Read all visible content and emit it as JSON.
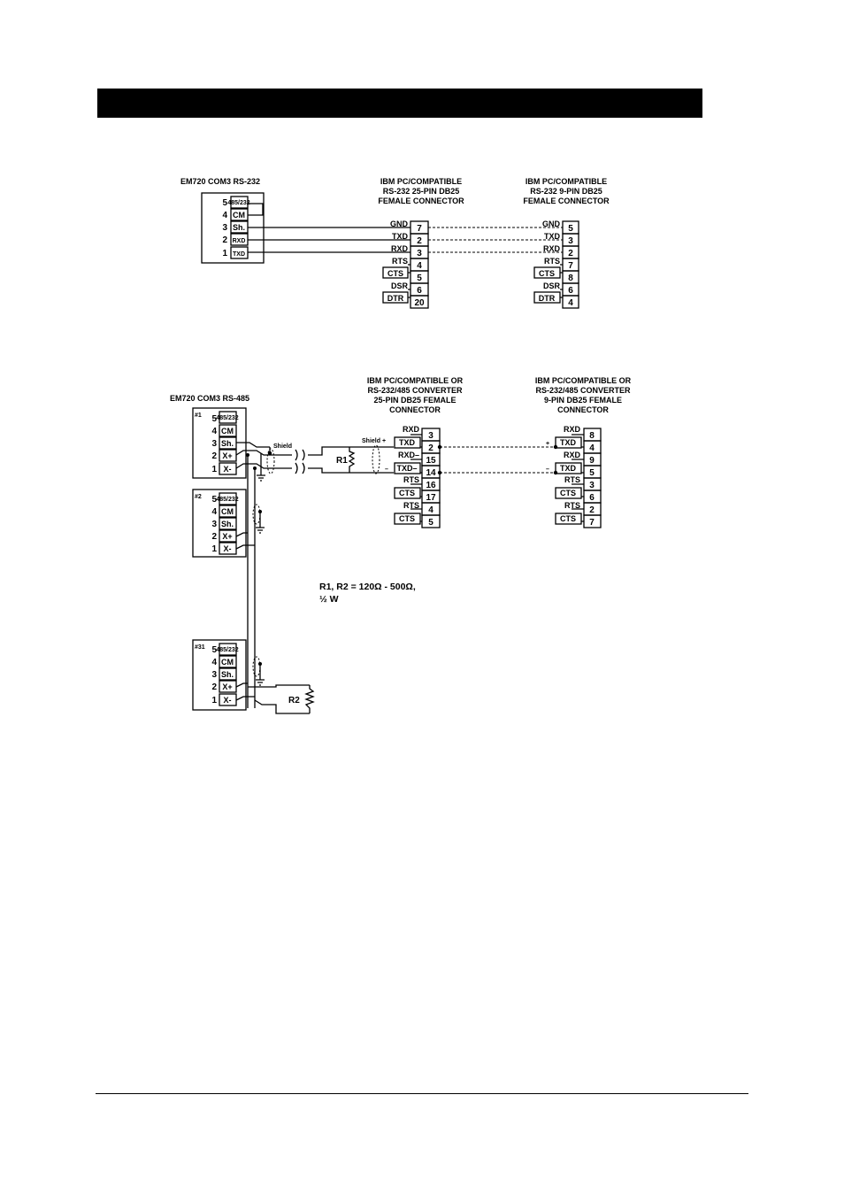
{
  "rs232": {
    "em720_title": "EM720 COM3 RS-232",
    "em720_pins": [
      {
        "num": "5",
        "name": "485/232"
      },
      {
        "num": "4",
        "name": "CM"
      },
      {
        "num": "3",
        "name": "Sh."
      },
      {
        "num": "2",
        "name": "RXD"
      },
      {
        "num": "1",
        "name": "TXD"
      }
    ],
    "db25": {
      "title": [
        "IBM PC/COMPATIBLE",
        "RS-232 25-PIN DB25",
        "FEMALE CONNECTOR"
      ],
      "rows": [
        {
          "signal": "GND",
          "pin": "7"
        },
        {
          "signal": "TXD",
          "pin": "2"
        },
        {
          "signal": "RXD",
          "pin": "3"
        },
        {
          "signal": "RTS",
          "pin": "4"
        },
        {
          "signal": "CTS",
          "pin": "5"
        },
        {
          "signal": "DSR",
          "pin": "6"
        },
        {
          "signal": "DTR",
          "pin": "20"
        }
      ]
    },
    "db9": {
      "title": [
        "IBM PC/COMPATIBLE",
        "RS-232 9-PIN DB25",
        "FEMALE CONNECTOR"
      ],
      "rows": [
        {
          "signal": "GND",
          "pin": "5"
        },
        {
          "signal": "TXD",
          "pin": "3"
        },
        {
          "signal": "RXD",
          "pin": "2"
        },
        {
          "signal": "RTS",
          "pin": "7"
        },
        {
          "signal": "CTS",
          "pin": "8"
        },
        {
          "signal": "DSR",
          "pin": "6"
        },
        {
          "signal": "DTR",
          "pin": "4"
        }
      ]
    }
  },
  "rs485": {
    "em720_title": "EM720 COM3 RS-485",
    "devices": [
      {
        "id": "#1",
        "pins": [
          {
            "num": "5",
            "name": "485/232"
          },
          {
            "num": "4",
            "name": "CM"
          },
          {
            "num": "3",
            "name": "Sh."
          },
          {
            "num": "2",
            "name": "X+"
          },
          {
            "num": "1",
            "name": "X-"
          }
        ]
      },
      {
        "id": "#2",
        "pins": [
          {
            "num": "5",
            "name": "485/232"
          },
          {
            "num": "4",
            "name": "CM"
          },
          {
            "num": "3",
            "name": "Sh."
          },
          {
            "num": "2",
            "name": "X+"
          },
          {
            "num": "1",
            "name": "X-"
          }
        ]
      },
      {
        "id": "#31",
        "pins": [
          {
            "num": "5",
            "name": "485/232"
          },
          {
            "num": "4",
            "name": "CM"
          },
          {
            "num": "3",
            "name": "Sh."
          },
          {
            "num": "2",
            "name": "X+"
          },
          {
            "num": "1",
            "name": "X-"
          }
        ]
      }
    ],
    "shield_label": "Shield",
    "shield_plus_label": "Shield +",
    "r1_label": "R1",
    "r2_label": "R2",
    "conv25": {
      "title": [
        "IBM PC/COMPATIBLE OR",
        "RS-232/485 CONVERTER",
        "25-PIN DB25 FEMALE",
        "CONNECTOR"
      ],
      "rows": [
        {
          "signal": "RXD",
          "pin": "3"
        },
        {
          "signal": "TXD",
          "pin": "2"
        },
        {
          "signal": "RXD–",
          "pin": "15"
        },
        {
          "signal": "TXD–",
          "pin": "14"
        },
        {
          "signal": "RTS",
          "pin": "16"
        },
        {
          "signal": "CTS",
          "pin": "17"
        },
        {
          "signal": "RTS",
          "pin": "4"
        },
        {
          "signal": "CTS",
          "pin": "5"
        }
      ]
    },
    "conv9": {
      "title": [
        "IBM PC/COMPATIBLE OR",
        "RS-232/485 CONVERTER",
        "9-PIN DB25 FEMALE",
        "CONNECTOR"
      ],
      "rows": [
        {
          "signal": "RXD",
          "pin": "8"
        },
        {
          "signal": "TXD",
          "pin": "4"
        },
        {
          "signal": "RXD",
          "pin": "9"
        },
        {
          "signal": "TXD",
          "pin": "5"
        },
        {
          "signal": "RTS",
          "pin": "3"
        },
        {
          "signal": "CTS",
          "pin": "6"
        },
        {
          "signal": "RTS",
          "pin": "2"
        },
        {
          "signal": "CTS",
          "pin": "7"
        }
      ]
    },
    "note": [
      "R1, R2 = 120Ω - 500Ω,",
      "½ W"
    ],
    "plus_sign": "+",
    "minus_sign": "–"
  }
}
